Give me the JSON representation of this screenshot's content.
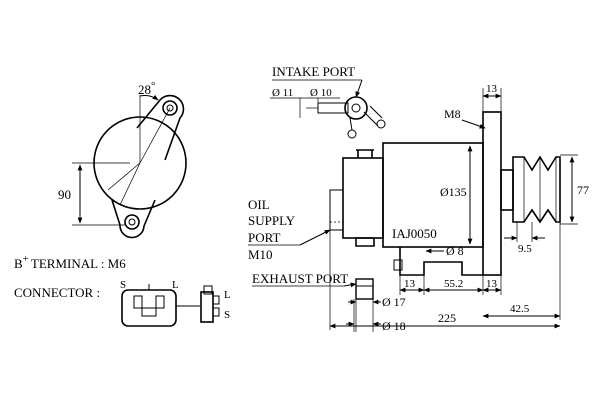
{
  "labels": {
    "intake_port": "INTAKE PORT",
    "intake_d11": "Ø 11",
    "intake_d10": "Ø 10",
    "m8": "M8",
    "oil_1": "OIL",
    "oil_2": "SUPPLY",
    "oil_3": "PORT",
    "oil_4": "M10",
    "part_no": "IAJ0050",
    "exhaust_port": "EXHAUST PORT",
    "b_terminal_main": "B",
    "b_terminal_sup": "+",
    "b_terminal_rest": "TERMINAL : M6",
    "connector": "CONNECTOR :",
    "conn_s_left": "S",
    "conn_l_top": "L",
    "conn_l_right": "L",
    "conn_s_right": "S"
  },
  "dimensions": {
    "angle": "28",
    "angle_unit": "°",
    "h90": "90",
    "d135": "Ø135",
    "d8": "Ø 8",
    "w13_top": "13",
    "h77": "77",
    "w9_5": "9.5",
    "w13_a": "13",
    "w55_2": "55.2",
    "w13_b": "13",
    "w42_5": "42.5",
    "d17": "Ø 17",
    "d18": "Ø 18",
    "w225": "225"
  }
}
